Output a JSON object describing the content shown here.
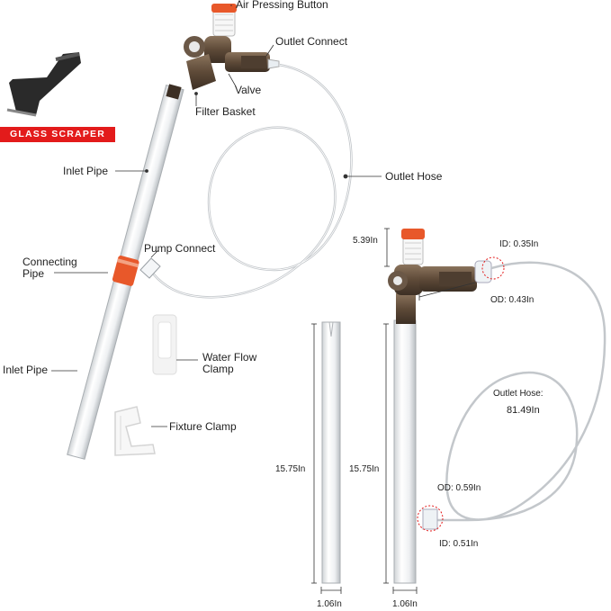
{
  "labels": {
    "air_pressing_button": "Air Pressing Button",
    "outlet_connect": "Outlet Connect",
    "valve": "Valve",
    "filter_basket": "Filter Basket",
    "glass_scraper": "GLASS SCRAPER",
    "inlet_pipe_top": "Inlet Pipe",
    "outlet_hose": "Outlet Hose",
    "pump_connect": "Pump Connect",
    "connecting_pipe": "Connecting\nPipe",
    "inlet_pipe_bottom": "Inlet Pipe",
    "water_flow_clamp": "Water Flow\nClamp",
    "fixture_clamp": "Fixture Clamp"
  },
  "dimensions": {
    "pump_height": "5.39In",
    "outlet_id": "ID: 0.35In",
    "outlet_od": "OD: 0.43In",
    "hose_label": "Outlet Hose:",
    "hose_length": "81.49In",
    "pipe_length_left": "15.75In",
    "pipe_length_right": "15.75In",
    "inlet_od": "OD: 0.59In",
    "inlet_id": "ID: 0.51In",
    "pipe_width_left": "1.06In",
    "pipe_width_right": "1.06In"
  },
  "colors": {
    "accent_red": "#e31b1b",
    "cap_orange": "#e8582a",
    "valve_brown": "#5e4a38"
  }
}
